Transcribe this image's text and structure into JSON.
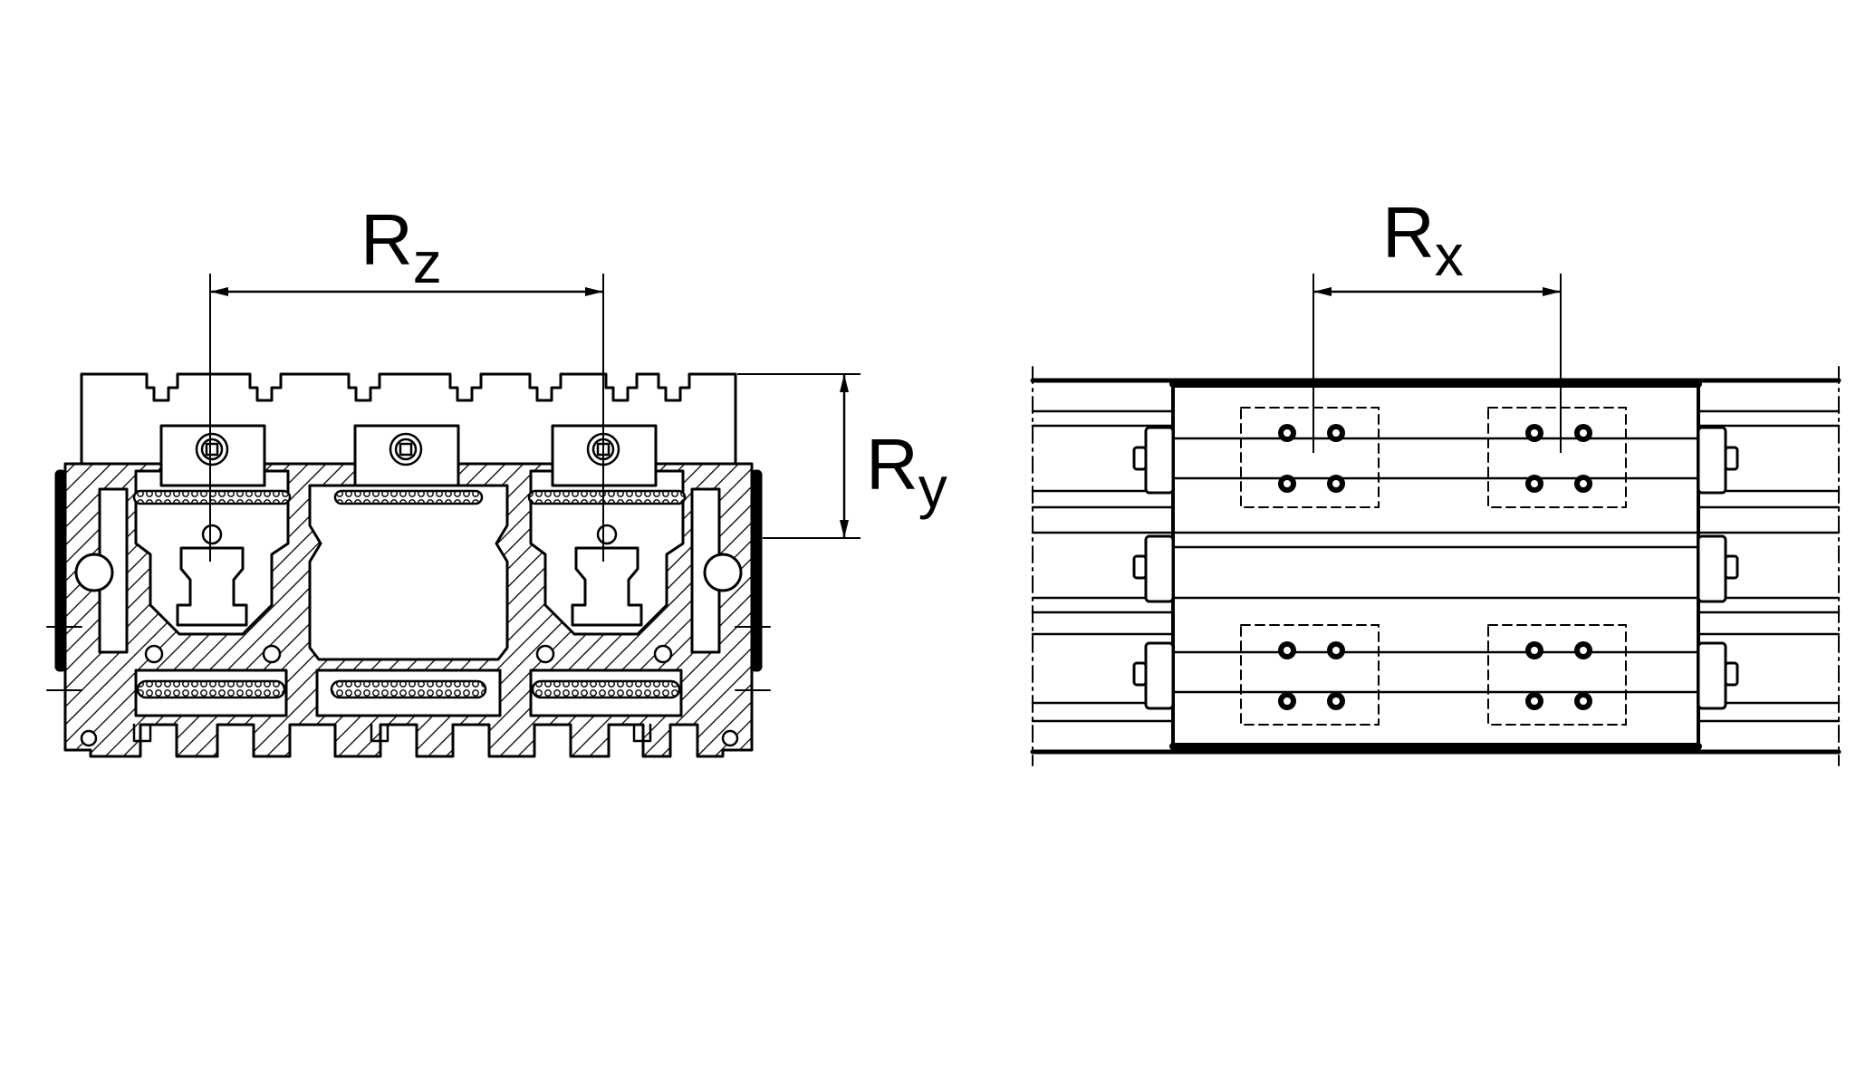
{
  "dimensions": {
    "rz": {
      "letter": "R",
      "subscript": "z"
    },
    "ry": {
      "letter": "R",
      "subscript": "y"
    },
    "rx": {
      "letter": "R",
      "subscript": "x"
    }
  },
  "colors": {
    "line": "#000000",
    "background": "#ffffff"
  }
}
